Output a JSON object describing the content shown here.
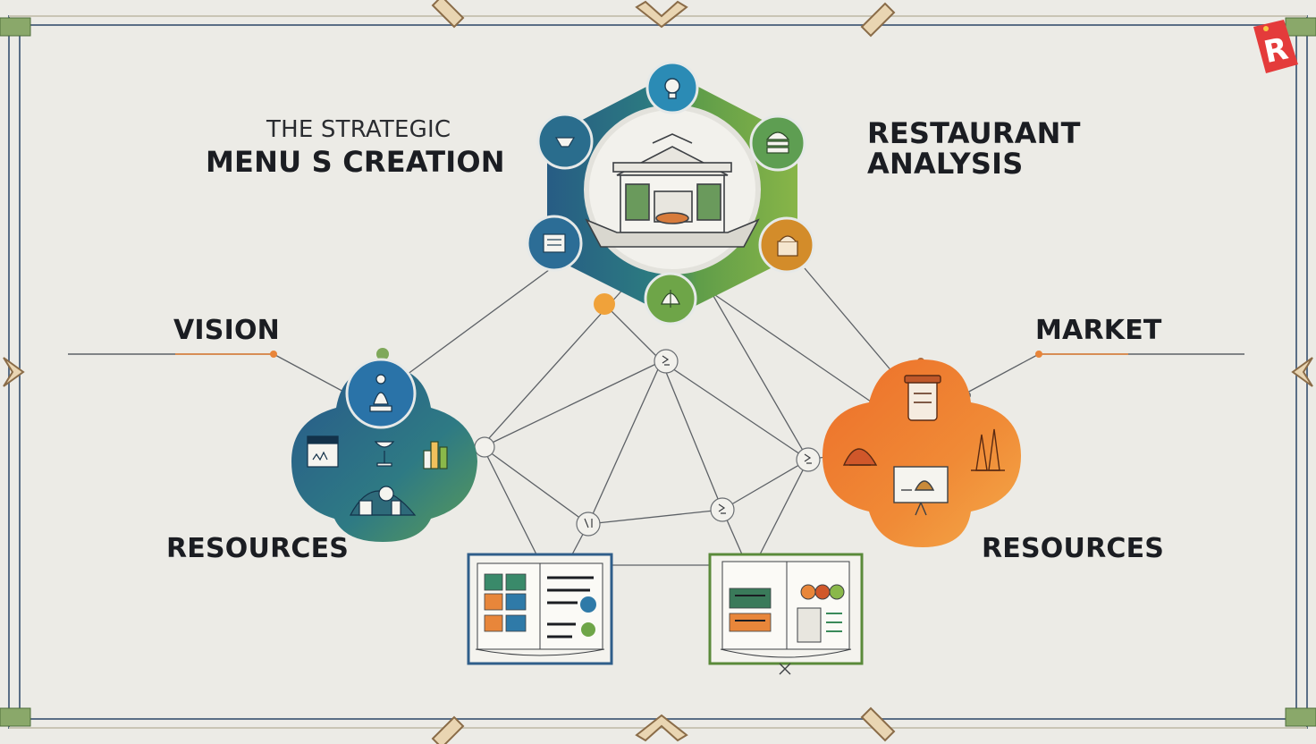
{
  "title": {
    "line1": "THE STRATEGIC",
    "line2": "MENU S CREATION"
  },
  "labels": {
    "restaurant_line1": "RESTAURANT",
    "restaurant_line2": "ANALYSIS",
    "vision": "VISION",
    "market": "MARKET",
    "resources_left": "RESOURCES",
    "resources_right": "RESOURCES"
  },
  "logo": {
    "letter": "R",
    "icon": "brand-r-tag-icon"
  },
  "colors": {
    "background": "#ecebe6",
    "frame": "#5a6e86",
    "frame_accent": "#d9b88a",
    "blue": "#2f6f97",
    "teal": "#2c7d86",
    "green": "#6ea548",
    "orange": "#ec7d2d",
    "logo_red": "#e43b3b"
  },
  "nodes": {
    "top_circle_icons": [
      "lightbulb-icon",
      "burger-icon",
      "cake-icon",
      "salad-icon",
      "bread-icon",
      "bowl-icon"
    ],
    "left_cluster_icons": [
      "chess-piece-icon",
      "chart-board-icon",
      "bottles-icon",
      "wine-icon",
      "chef-icon"
    ],
    "right_cluster_icons": [
      "jar-icon",
      "grill-icon",
      "bottles-icon",
      "food-board-icon"
    ],
    "menus": [
      "menu-book-left-icon",
      "menu-book-right-icon"
    ]
  }
}
